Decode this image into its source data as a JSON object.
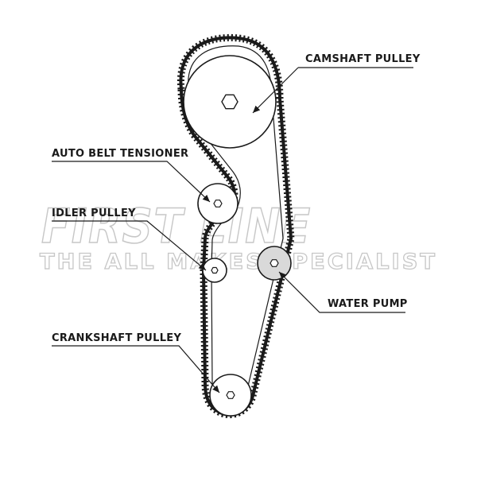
{
  "labels": {
    "camshaft": "CAMSHAFT PULLEY",
    "tensioner": "AUTO BELT TENSIONER",
    "idler": "IDLER PULLEY",
    "water_pump": "WATER PUMP",
    "crankshaft": "CRANKSHAFT PULLEY"
  },
  "watermark": {
    "brand": "FIRST LINE",
    "tagline": "THE ALL MAKES SPECIALIST"
  },
  "colors": {
    "line": "#1a1a1a",
    "watermark_stroke": "#b5b5b5",
    "water_pump_fill": "#d9d9d9"
  }
}
